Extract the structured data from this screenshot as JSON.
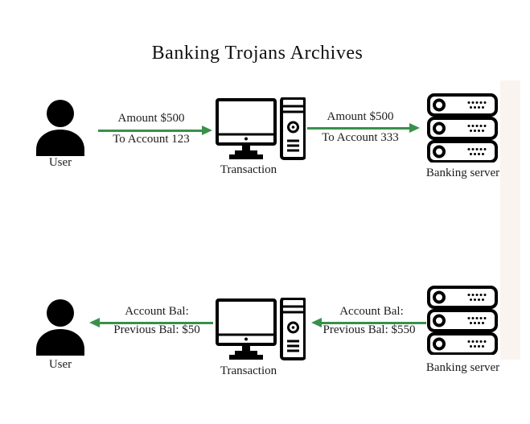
{
  "title": "Banking Trojans Archives",
  "colors": {
    "arrow_green": "#38914a",
    "icon_black": "#000000",
    "text": "#1c1c1c",
    "background": "#ffffff",
    "right_edge_strip": "#faf4f1"
  },
  "icons": {
    "user": "person-silhouette-icon",
    "transaction": "desktop-computer-icon",
    "server": "server-rack-icon"
  },
  "rows": [
    {
      "user_label": "User",
      "transaction_label": "Transaction",
      "server_label": "Banking server",
      "arrows": [
        {
          "direction": "right",
          "from": "User",
          "to": "Transaction",
          "top_text": "Amount $500",
          "bottom_text": "To Account 123"
        },
        {
          "direction": "right",
          "from": "Transaction",
          "to": "Banking server",
          "top_text": "Amount $500",
          "bottom_text": "To Account 333"
        }
      ]
    },
    {
      "user_label": "User",
      "transaction_label": "Transaction",
      "server_label": "Banking server",
      "arrows": [
        {
          "direction": "left",
          "from": "Transaction",
          "to": "User",
          "top_text": "Account Bal:",
          "bottom_text": "Previous Bal: $50"
        },
        {
          "direction": "left",
          "from": "Banking server",
          "to": "Transaction",
          "top_text": "Account Bal:",
          "bottom_text": "Previous Bal: $550"
        }
      ]
    }
  ]
}
